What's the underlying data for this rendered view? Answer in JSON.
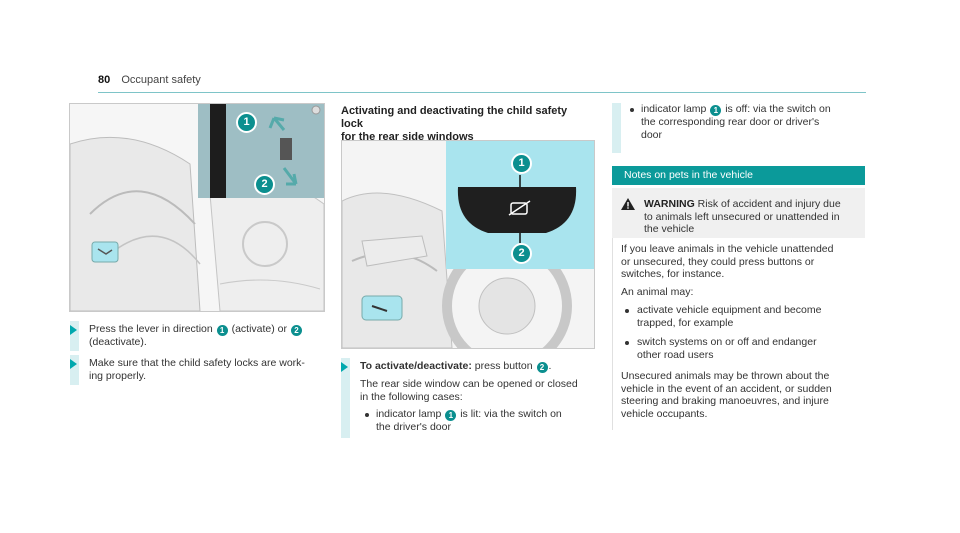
{
  "header": {
    "page_number": "80",
    "section": "Occupant safety"
  },
  "left": {
    "step1": {
      "text_a": "Press the lever in direction",
      "marker_a": "1",
      "text_b": "(activate) or",
      "marker_b": "2",
      "text_c": "(deactivate)."
    },
    "step2": {
      "line1": "Make sure that the child safety locks are work-",
      "line2": "ing properly."
    },
    "figure": {
      "marker_1": "1",
      "marker_2": "2"
    }
  },
  "middle": {
    "title_line1": "Activating and deactivating the child safety lock",
    "title_line2": "for the rear side windows",
    "figure": {
      "marker_1": "1",
      "marker_2": "2"
    },
    "step": {
      "label": "To activate/deactivate:",
      "text": "press button",
      "marker": "2"
    },
    "para_line1": "The rear side window can be opened or closed",
    "para_line2": "in the following cases:",
    "bullet1": {
      "text_a": "indicator lamp",
      "marker": "1",
      "text_b": "is lit: via the switch on",
      "line2": "the driver's door"
    }
  },
  "right": {
    "bullet2": {
      "text_a": "indicator lamp",
      "marker": "1",
      "text_b": "is off: via the switch on",
      "line2": "the corresponding rear door or driver's",
      "line3": "door"
    },
    "notes_heading": "Notes on pets in the vehicle",
    "warning": {
      "label": "WARNING",
      "line1": "Risk of accident and injury due",
      "line2": "to animals left unsecured or unattended in",
      "line3": "the vehicle"
    },
    "para1": [
      "If you leave animals in the vehicle unattended",
      "or unsecured, they could press buttons or",
      "switches, for instance."
    ],
    "para2": "An animal may:",
    "bullets": [
      [
        "activate vehicle equipment and become",
        "trapped, for example"
      ],
      [
        "switch systems on or off and endanger",
        "other road users"
      ]
    ],
    "para3": [
      "Unsecured animals may be thrown about the",
      "vehicle in the event of an accident, or sudden",
      "steering and braking manoeuvres, and injure",
      "vehicle occupants."
    ]
  },
  "colors": {
    "accent": "#0b9a9a",
    "highlight": "#a9e4ee",
    "rule": "#7ec4c8"
  }
}
